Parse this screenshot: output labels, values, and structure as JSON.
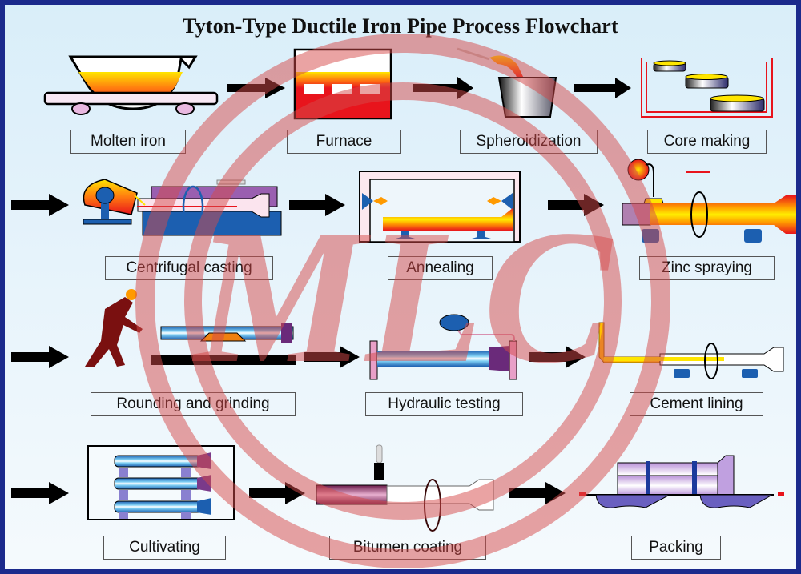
{
  "title": "Tyton-Type Ductile Iron Pipe Process Flowchart",
  "watermark": {
    "text": "MLC",
    "color": "#d64a4a"
  },
  "steps": [
    {
      "label": "Molten iron",
      "row": 1,
      "order": 1
    },
    {
      "label": "Furnace",
      "row": 1,
      "order": 2
    },
    {
      "label": "Spheroidization",
      "row": 1,
      "order": 3
    },
    {
      "label": "Core making",
      "row": 1,
      "order": 4
    },
    {
      "label": "Centrifugal casting",
      "row": 2,
      "order": 5
    },
    {
      "label": "Annealing",
      "row": 2,
      "order": 6
    },
    {
      "label": "Zinc spraying",
      "row": 2,
      "order": 7
    },
    {
      "label": "Rounding and grinding",
      "row": 3,
      "order": 8
    },
    {
      "label": "Hydraulic testing",
      "row": 3,
      "order": 9
    },
    {
      "label": "Cement lining",
      "row": 3,
      "order": 10
    },
    {
      "label": "Cultivating",
      "row": 4,
      "order": 11
    },
    {
      "label": "Bitumen coating",
      "row": 4,
      "order": 12
    },
    {
      "label": "Packing",
      "row": 4,
      "order": 13
    }
  ],
  "colors": {
    "frame": "#1b2a8c",
    "arrow": "#000000",
    "molten": "#e8141c",
    "hot": "#ffe600",
    "pipe_blue": "#3aa0e0",
    "machine_blue": "#1c5fb0",
    "watermark": "#d64a4a"
  }
}
